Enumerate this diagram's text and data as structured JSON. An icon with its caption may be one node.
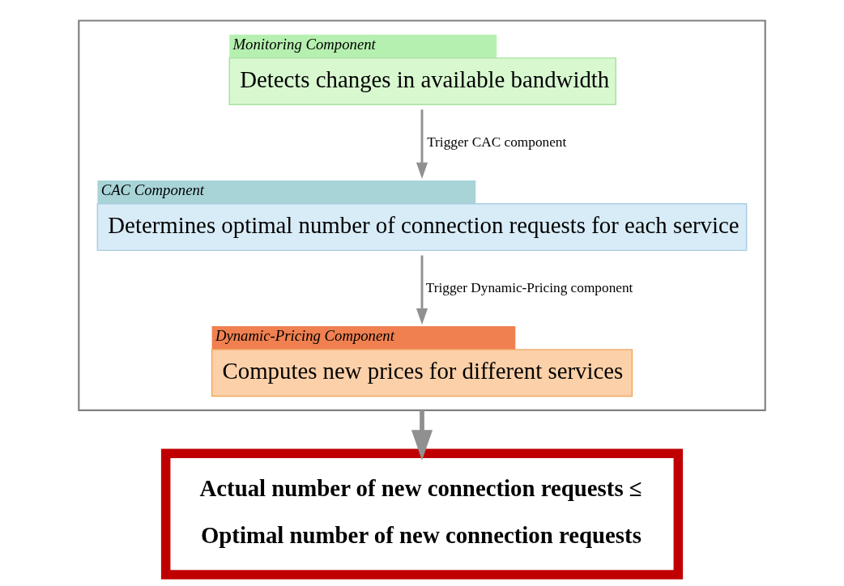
{
  "diagram": {
    "nodes": [
      {
        "text": [],
        "shape": "box"
      },
      {
        "text": [
          "Monitoring Component",
          "Detects changes in available bandwidth"
        ],
        "in": 0
      },
      {
        "text": [
          "CAC Component",
          "Determines optimal number of connection requests for each service"
        ],
        "in": 0
      },
      {
        "text": [
          "Dynamic-Pricing Component",
          "Computes new prices for different services"
        ],
        "in": 0
      },
      {
        "text": [
          "Actual number of new connection requests ≤ Optimal number of new connection requests"
        ]
      }
    ],
    "edges": [
      {
        "from": 1,
        "to": 2,
        "arrow": "to",
        "label": "Trigger CAC component"
      },
      {
        "from": 2,
        "to": 3,
        "arrow": "to",
        "label": "Trigger Dynamic-Pricing component"
      },
      {
        "from": 0,
        "to": 4,
        "arrow": "to",
        "style": "thick"
      }
    ]
  }
}
